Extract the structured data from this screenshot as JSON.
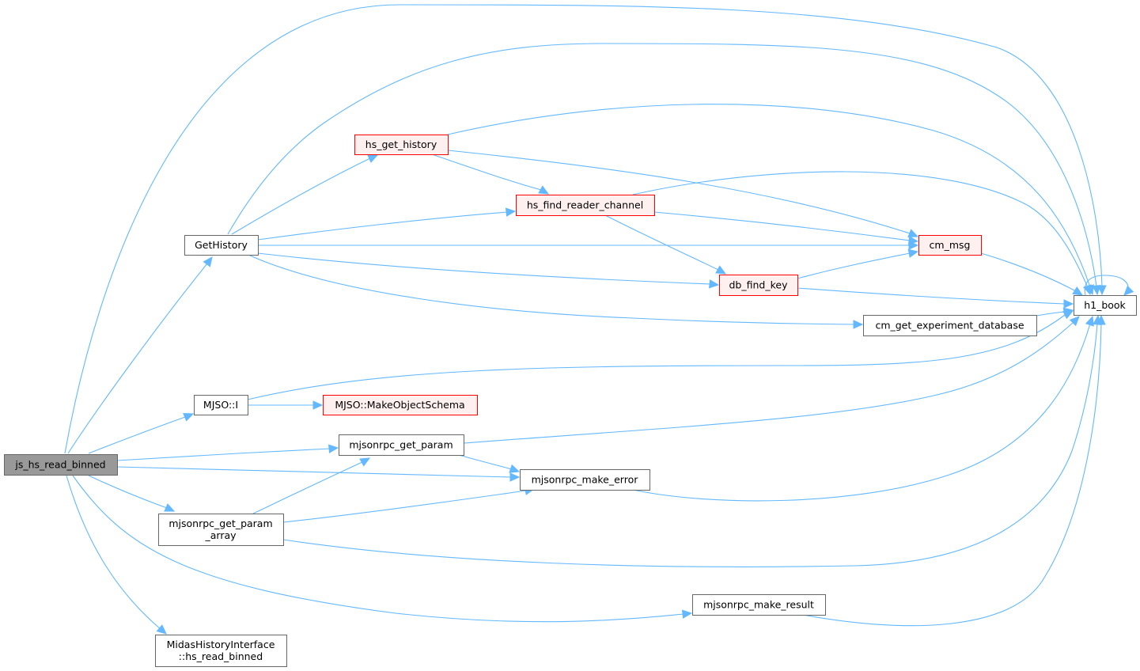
{
  "palette": {
    "edge": "#63b8ff",
    "root_fill": "#999999",
    "root_border": "#666666",
    "plain_fill": "#ffffff",
    "plain_border": "#666666",
    "truncated_fill": "#fff0f0",
    "truncated_border": "#ff0000",
    "text": "#000000"
  },
  "nodes": [
    {
      "id": "js_hs_read_binned",
      "lines": [
        "js_hs_read_binned"
      ],
      "style": "root"
    },
    {
      "id": "GetHistory",
      "lines": [
        "GetHistory"
      ],
      "style": "plain"
    },
    {
      "id": "hs_get_history",
      "lines": [
        "hs_get_history"
      ],
      "style": "truncated"
    },
    {
      "id": "hs_find_reader_channel",
      "lines": [
        "hs_find_reader_channel"
      ],
      "style": "truncated"
    },
    {
      "id": "cm_msg",
      "lines": [
        "cm_msg"
      ],
      "style": "truncated"
    },
    {
      "id": "db_find_key",
      "lines": [
        "db_find_key"
      ],
      "style": "truncated"
    },
    {
      "id": "h1_book",
      "lines": [
        "h1_book"
      ],
      "style": "plain"
    },
    {
      "id": "cm_get_experiment_database",
      "lines": [
        "cm_get_experiment_database"
      ],
      "style": "plain"
    },
    {
      "id": "MJSO_I",
      "lines": [
        "MJSO::I"
      ],
      "style": "plain"
    },
    {
      "id": "MJSO_MakeObjectSchema",
      "lines": [
        "MJSO::MakeObjectSchema"
      ],
      "style": "truncated"
    },
    {
      "id": "mjsonrpc_get_param",
      "lines": [
        "mjsonrpc_get_param"
      ],
      "style": "plain"
    },
    {
      "id": "mjsonrpc_make_error",
      "lines": [
        "mjsonrpc_make_error"
      ],
      "style": "plain"
    },
    {
      "id": "mjsonrpc_get_param_array",
      "lines": [
        "mjsonrpc_get_param",
        "_array"
      ],
      "style": "plain"
    },
    {
      "id": "mjsonrpc_make_result",
      "lines": [
        "mjsonrpc_make_result"
      ],
      "style": "plain"
    },
    {
      "id": "MidasHistoryInterface_hs_read_binned",
      "lines": [
        "MidasHistoryInterface",
        "::hs_read_binned"
      ],
      "style": "plain"
    }
  ],
  "edges": [
    {
      "from": "js_hs_read_binned",
      "to": "GetHistory"
    },
    {
      "from": "js_hs_read_binned",
      "to": "h1_book"
    },
    {
      "from": "js_hs_read_binned",
      "to": "MJSO_I"
    },
    {
      "from": "js_hs_read_binned",
      "to": "mjsonrpc_get_param"
    },
    {
      "from": "js_hs_read_binned",
      "to": "mjsonrpc_make_error"
    },
    {
      "from": "js_hs_read_binned",
      "to": "mjsonrpc_get_param_array"
    },
    {
      "from": "js_hs_read_binned",
      "to": "mjsonrpc_make_result"
    },
    {
      "from": "js_hs_read_binned",
      "to": "MidasHistoryInterface_hs_read_binned"
    },
    {
      "from": "GetHistory",
      "to": "hs_get_history"
    },
    {
      "from": "GetHistory",
      "to": "hs_find_reader_channel"
    },
    {
      "from": "GetHistory",
      "to": "cm_msg"
    },
    {
      "from": "GetHistory",
      "to": "db_find_key"
    },
    {
      "from": "GetHistory",
      "to": "cm_get_experiment_database"
    },
    {
      "from": "GetHistory",
      "to": "h1_book"
    },
    {
      "from": "hs_get_history",
      "to": "hs_find_reader_channel"
    },
    {
      "from": "hs_get_history",
      "to": "cm_msg"
    },
    {
      "from": "hs_get_history",
      "to": "h1_book"
    },
    {
      "from": "hs_find_reader_channel",
      "to": "cm_msg"
    },
    {
      "from": "hs_find_reader_channel",
      "to": "db_find_key"
    },
    {
      "from": "hs_find_reader_channel",
      "to": "h1_book"
    },
    {
      "from": "db_find_key",
      "to": "cm_msg"
    },
    {
      "from": "db_find_key",
      "to": "h1_book"
    },
    {
      "from": "cm_msg",
      "to": "h1_book"
    },
    {
      "from": "cm_get_experiment_database",
      "to": "h1_book"
    },
    {
      "from": "h1_book",
      "to": "h1_book"
    },
    {
      "from": "MJSO_I",
      "to": "MJSO_MakeObjectSchema"
    },
    {
      "from": "MJSO_I",
      "to": "h1_book"
    },
    {
      "from": "mjsonrpc_get_param",
      "to": "mjsonrpc_make_error"
    },
    {
      "from": "mjsonrpc_get_param",
      "to": "h1_book"
    },
    {
      "from": "mjsonrpc_make_error",
      "to": "h1_book"
    },
    {
      "from": "mjsonrpc_get_param_array",
      "to": "mjsonrpc_get_param"
    },
    {
      "from": "mjsonrpc_get_param_array",
      "to": "mjsonrpc_make_error"
    },
    {
      "from": "mjsonrpc_get_param_array",
      "to": "h1_book"
    },
    {
      "from": "mjsonrpc_make_result",
      "to": "h1_book"
    }
  ]
}
